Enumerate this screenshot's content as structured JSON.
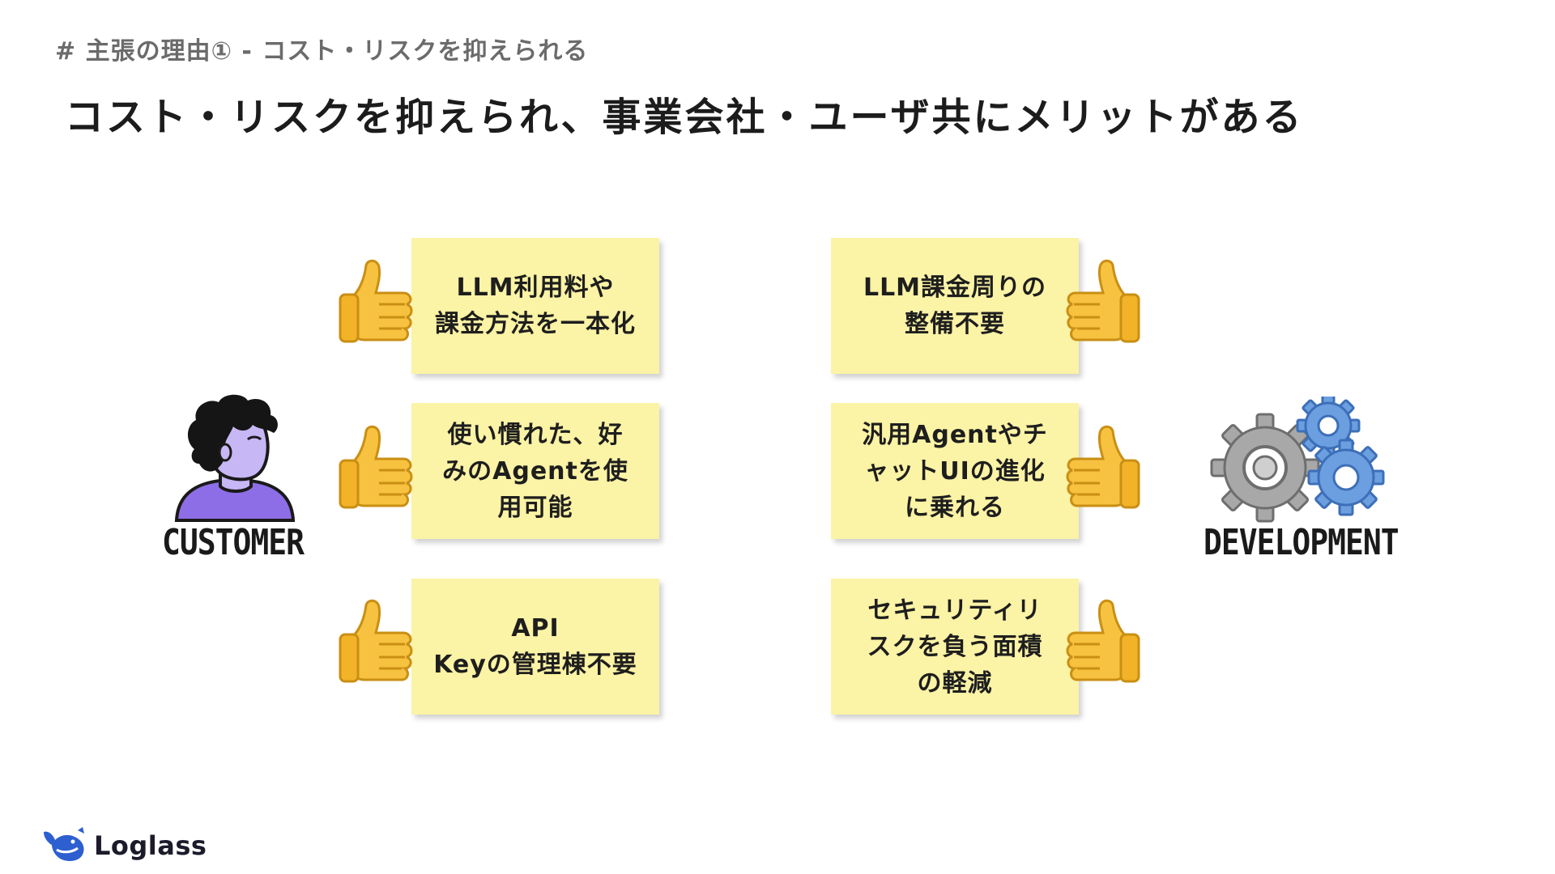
{
  "header": {
    "breadcrumb": "# 主張の理由① - コスト・リスクを抑えられる",
    "title": "コスト・リスクを抑えられ、事業会社・ユーザ共にメリットがある"
  },
  "customer": {
    "label": "CUSTOMER",
    "notes": [
      "LLM利用料や\n課金方法を一本化",
      "使い慣れた、好\nみのAgentを使\n用可能",
      "API\nKeyの管理棟不要"
    ]
  },
  "development": {
    "label": "DEVELOPMENT",
    "notes": [
      "LLM課金周りの\n整備不要",
      "汎用Agentやチ\nャットUIの進化\nに乗れる",
      "セキュリティリ\nスクを負う面積\nの軽減"
    ]
  },
  "footer": {
    "logo_text": "Loglass"
  },
  "colors": {
    "note_bg": "#fbf3a5",
    "thumb": "#f7c23f",
    "gear_gray": "#a8a8a8",
    "gear_blue": "#6c9fe0",
    "avatar_skin": "#c7b7f5",
    "avatar_shirt": "#8e6ee6",
    "logo_blue": "#2d5fd0"
  },
  "icons": {
    "thumb": "thumbs-up-icon",
    "customer": "person-avatar-icon",
    "development": "gears-icon",
    "logo": "whale-logo-icon"
  }
}
